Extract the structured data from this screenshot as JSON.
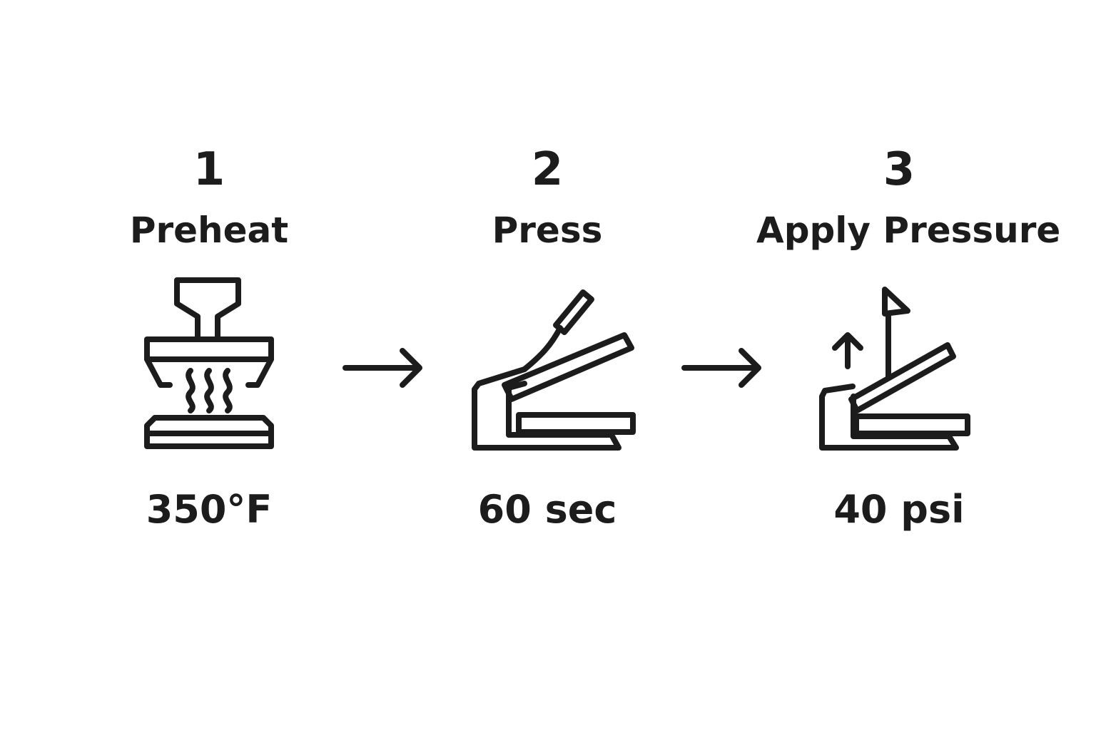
{
  "steps": [
    {
      "number": "1",
      "label": "Preheat",
      "value": "350°F",
      "icon": "heat-press-preheat-icon"
    },
    {
      "number": "2",
      "label": "Press",
      "value": "60 sec",
      "icon": "heat-press-open-icon"
    },
    {
      "number": "3",
      "label": "Apply Pressure",
      "value": "40 psi",
      "icon": "heat-press-pressure-icon"
    }
  ],
  "connector_icon": "right-arrow-icon",
  "colors": {
    "ink": "#1c1c1c",
    "background": "#ffffff"
  }
}
